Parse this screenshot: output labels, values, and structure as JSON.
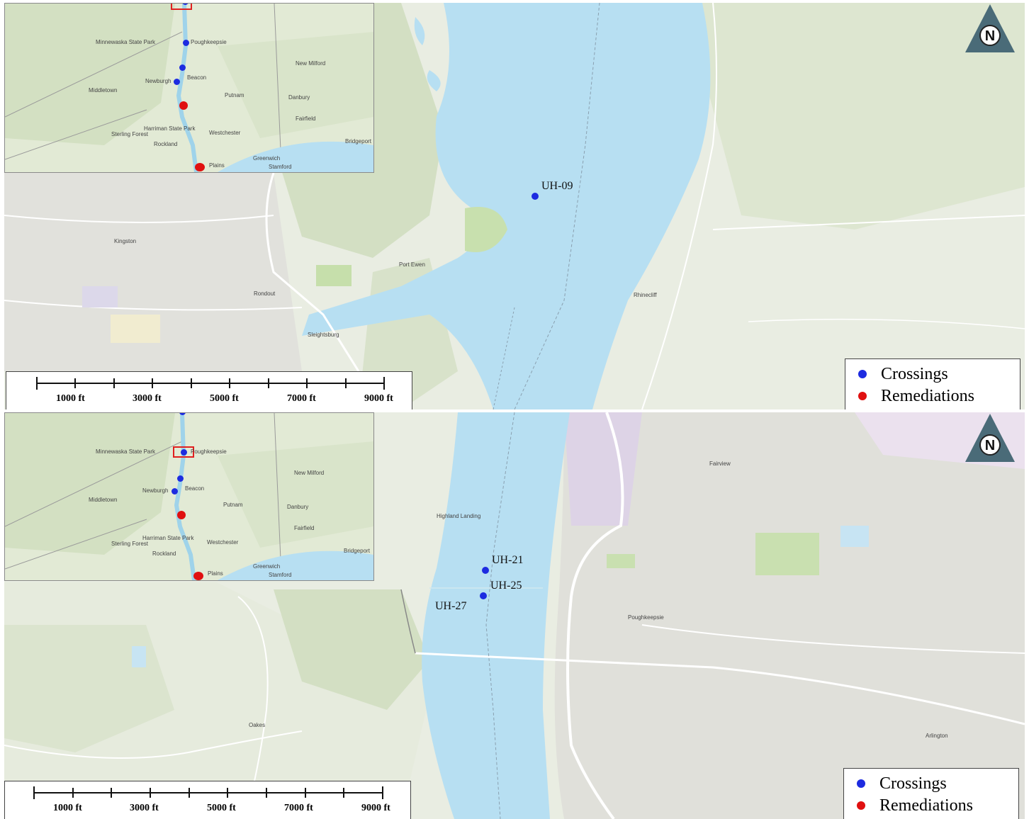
{
  "legend": {
    "crossings_label": "Crossings",
    "remediations_label": "Remediations",
    "crossings_color": "#1d2be0",
    "remediations_color": "#e01010"
  },
  "north_arrow": {
    "letter": "N"
  },
  "scale_bar": {
    "labels": [
      "1000 ft",
      "3000 ft",
      "5000 ft",
      "7000 ft",
      "9000 ft"
    ]
  },
  "colors": {
    "water": "#b7dff2",
    "land": "#e8ede1",
    "forest": "#d2dfc1",
    "park": "#c8e0ae",
    "road": "#ffffff",
    "urban": "#dcdcd6",
    "locator_box": "#e02020"
  },
  "top_map": {
    "points": [
      {
        "id": "UH-09",
        "type": "crossing"
      }
    ],
    "places": [
      "Kingston",
      "Rondout",
      "Port Ewen",
      "Rhinecliff",
      "Sleightsburg"
    ],
    "inset_places": [
      "Poughkeepsie",
      "Beacon",
      "Newburgh",
      "Middletown",
      "New Milford",
      "Danbury",
      "Putnam",
      "Fairfield",
      "Westchester",
      "Bridgeport",
      "Stamford",
      "Greenwich",
      "Plains",
      "Rockland",
      "Sterling Forest",
      "Harriman State Park",
      "Minnewaska State Park"
    ]
  },
  "bottom_map": {
    "points": [
      {
        "id": "UH-21",
        "type": "crossing"
      },
      {
        "id": "UH-25",
        "type": "crossing"
      },
      {
        "id": "UH-27",
        "type": "crossing"
      }
    ],
    "places": [
      "Highland Landing",
      "Poughkeepsie",
      "Fairview",
      "Arlington",
      "Oakes"
    ],
    "inset_places": [
      "Poughkeepsie",
      "Beacon",
      "Newburgh",
      "Middletown",
      "New Milford",
      "Danbury",
      "Putnam",
      "Fairfield",
      "Westchester",
      "Bridgeport",
      "Stamford",
      "Greenwich",
      "Plains",
      "Rockland",
      "Sterling Forest",
      "Harriman State Park",
      "Minnewaska State Park"
    ]
  }
}
